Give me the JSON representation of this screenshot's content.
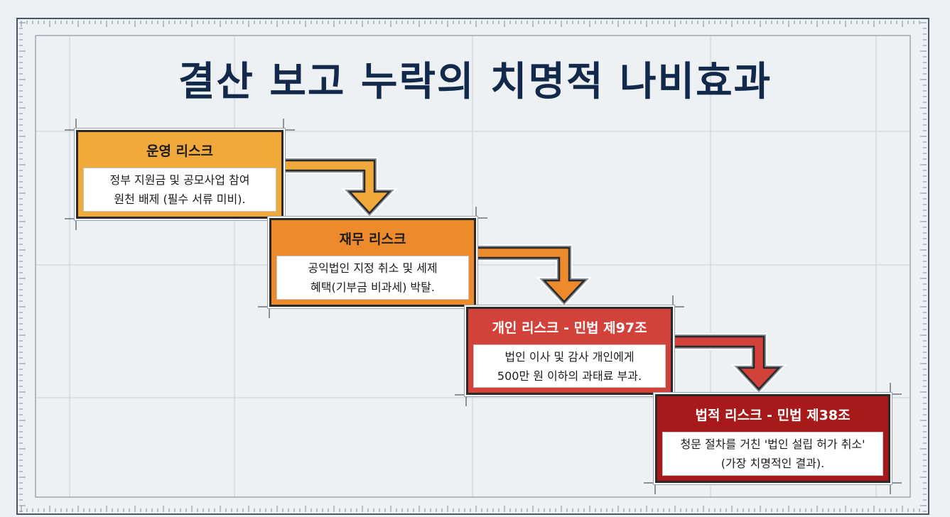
{
  "title": "결산 보고 누락의 치명적 나비효과",
  "colors": {
    "background": "#eef1f4",
    "grid": "#cfd6de",
    "frame": "#4a5566",
    "title": "#13294b",
    "stage1": "#f0a93a",
    "stage2": "#ec8a2c",
    "stage3": "#d2413a",
    "stage4": "#a81a1a"
  },
  "stages": [
    {
      "heading": "운영 리스크",
      "description": "정부 지원금 및 공모사업 참여\n원천 배제 (필수 서류 미비)."
    },
    {
      "heading": "재무 리스크",
      "description": "공익법인 지정 취소 및 세제\n혜택(기부금 비과세) 박탈."
    },
    {
      "heading": "개인 리스크 - 민법 제97조",
      "description": "법인 이사 및 감사 개인에게\n500만 원 이하의 과태료 부과."
    },
    {
      "heading": "법적 리스크 - 민법 제38조",
      "description": "청문 절차를 거친 '법인 설립 허가 취소'\n(가장 치명적인 결과)."
    }
  ],
  "connectors": [
    {
      "from": "운영 리스크",
      "to": "재무 리스크",
      "color": "#f0a93a"
    },
    {
      "from": "재무 리스크",
      "to": "개인 리스크 - 민법 제97조",
      "color": "#ec8a2c"
    },
    {
      "from": "개인 리스크 - 민법 제97조",
      "to": "법적 리스크 - 민법 제38조",
      "color": "#d2413a"
    }
  ]
}
